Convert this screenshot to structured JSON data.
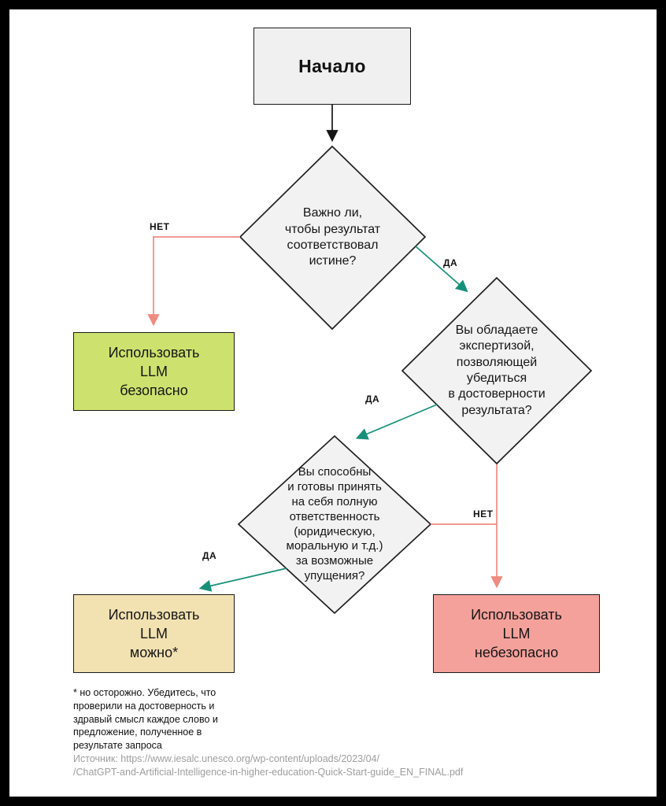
{
  "title": "Начало",
  "diamonds": {
    "d1": "Важно ли,\nчтобы результат\nсоответствовал\nистине?",
    "d2": "Вы обладаете\nэкспертизой,\nпозволяющей\nубедиться\nв достоверности\nрезультата?",
    "d3": "Вы способны\nи готовы принять\nна себя полную\nответственность\n(юридическую,\nморальную и т.д.)\nза возможные\nупущения?"
  },
  "outcomes": {
    "safe": "Использовать\nLLM\nбезопасно",
    "caution": "Использовать\nLLM\nможно*",
    "unsafe": "Использовать\nLLM\nнебезопасно"
  },
  "edge_labels": {
    "no1": "НЕТ",
    "yes1": "ДА",
    "yes2": "ДА",
    "no2": "НЕТ",
    "yes3": "ДА"
  },
  "footnote": "* но осторожно. Убедитесь, что\nпроверили на достоверность и\nздравый смысл каждое слово и\nпредложение, полученное в\nрезультате запроса",
  "source": "Источник: https://www.iesalc.unesco.org/wp-content/uploads/2023/04/\n/ChatGPT-and-Artificial-Intelligence-in-higher-education-Quick-Start-guide_EN_FINAL.pdf",
  "colors": {
    "safe_box": "#cde26e",
    "caution_box": "#f2e2b2",
    "unsafe_box": "#f5a19b",
    "yes_arrow": "#17907a",
    "no_arrow": "#ef8b80",
    "diamond_fill": "#f2f2f2",
    "start_fill": "#f0f0f0"
  }
}
